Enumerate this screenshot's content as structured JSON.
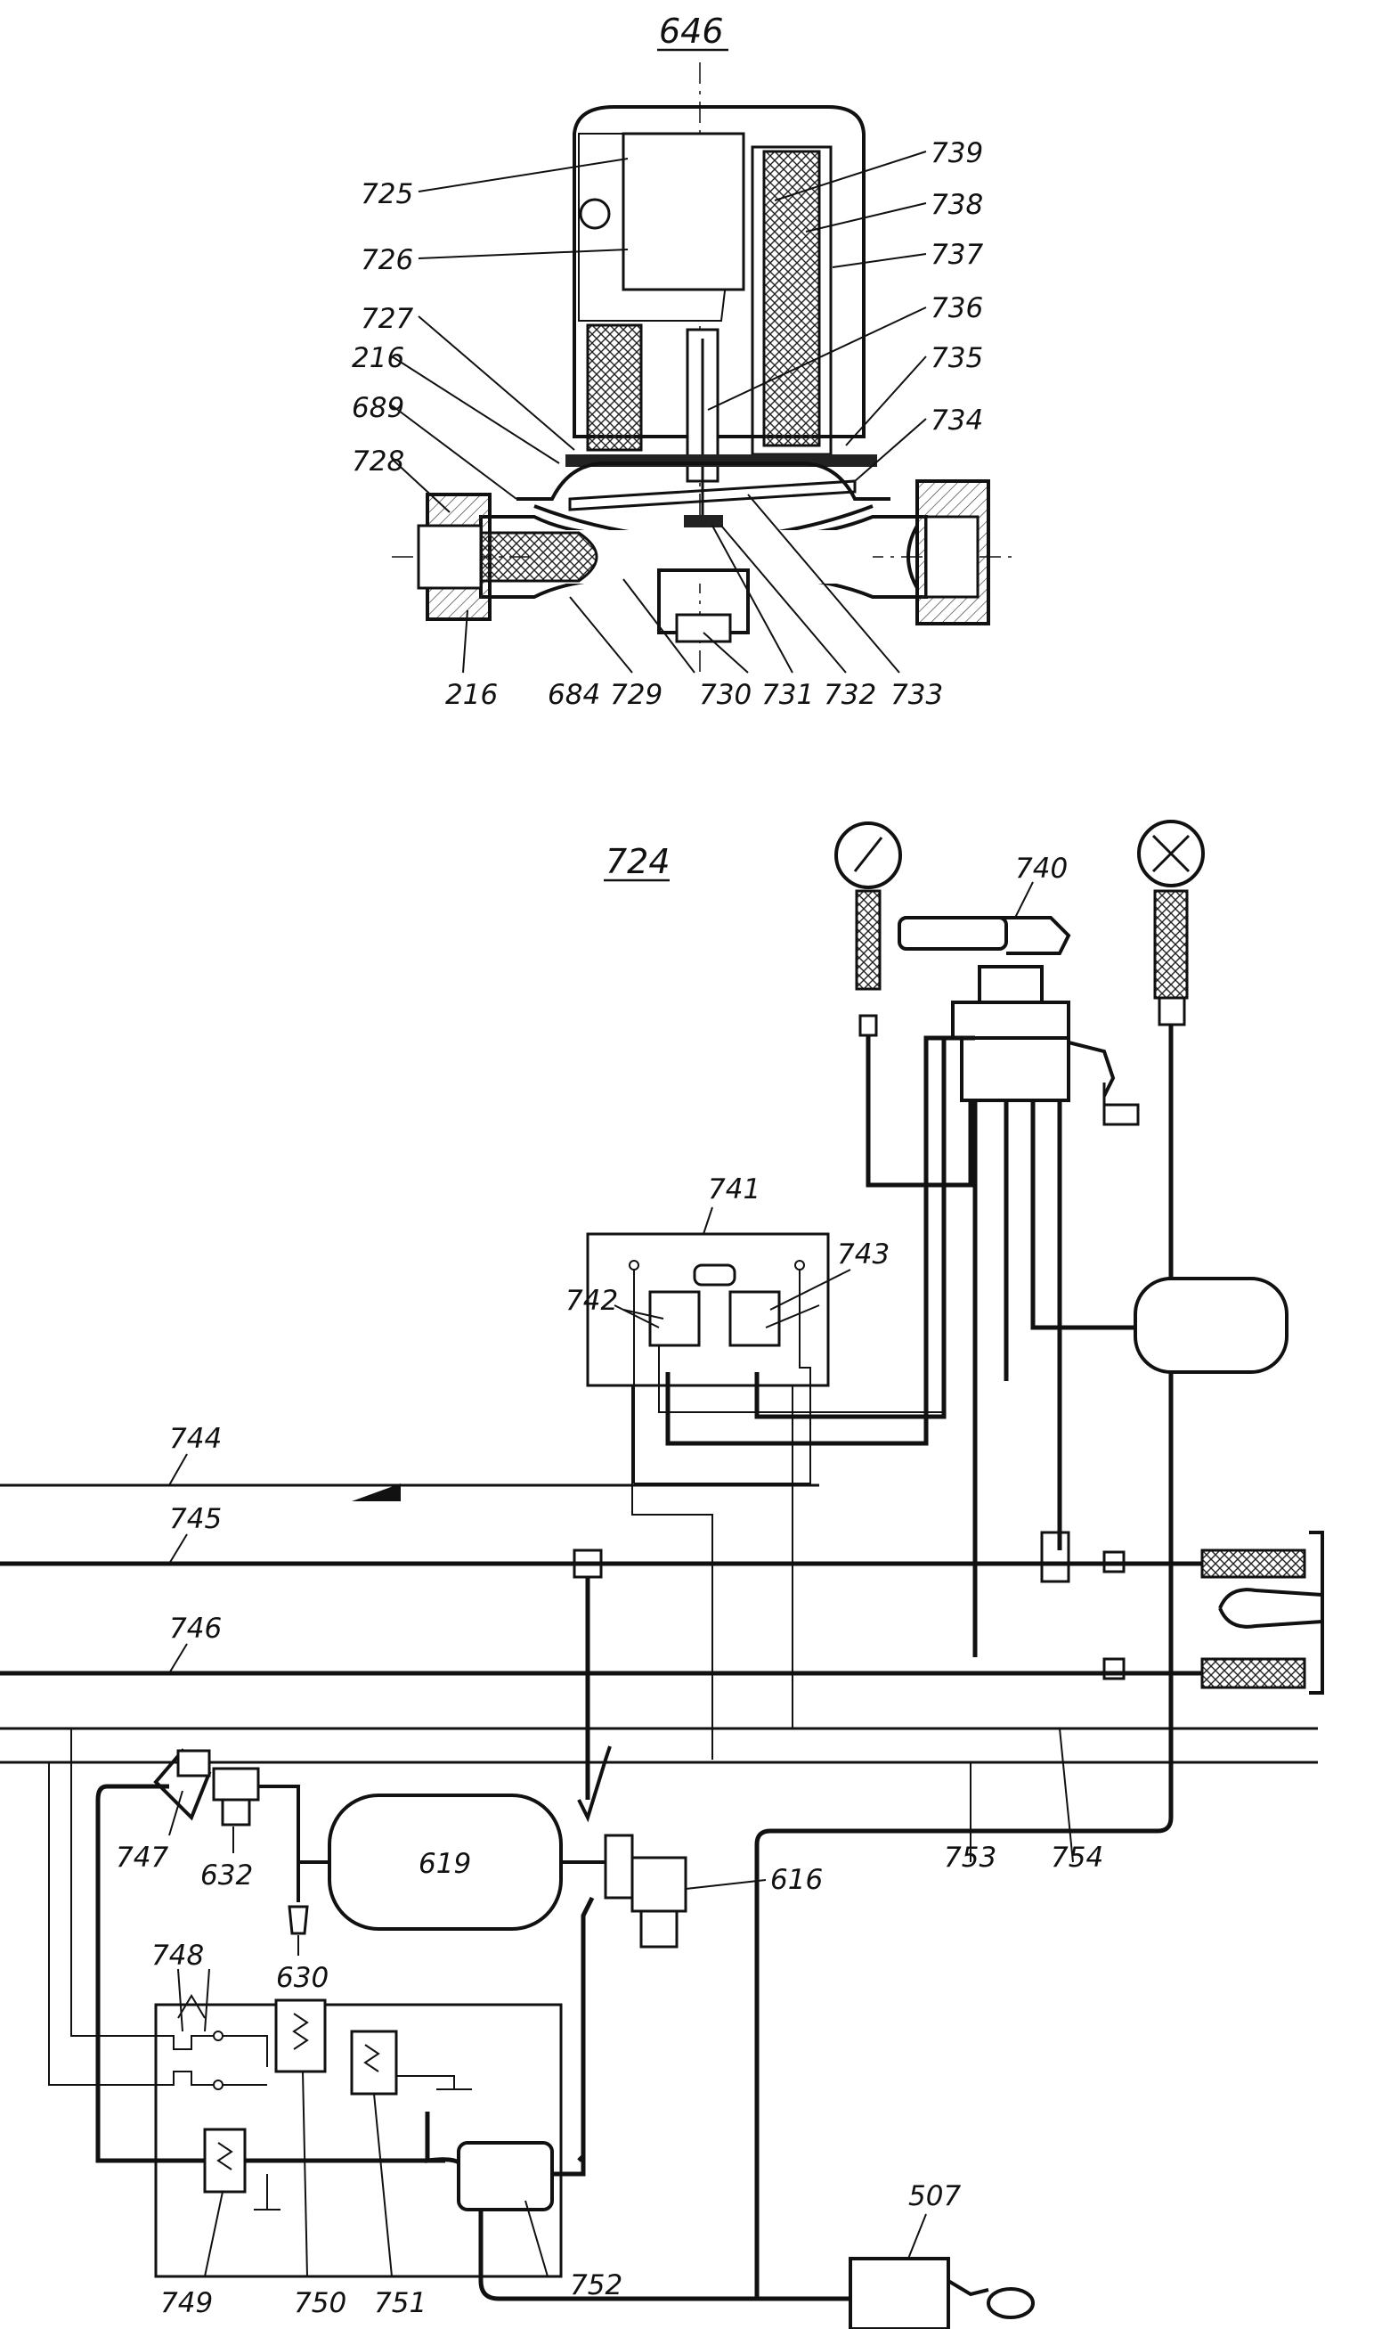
{
  "top_figure": {
    "title": "646",
    "labels": {
      "l725": "725",
      "l726": "726",
      "l727": "727",
      "l216a": "216",
      "l689": "689",
      "l728": "728",
      "l739": "739",
      "l738": "738",
      "l737": "737",
      "l736": "736",
      "l735": "735",
      "l734": "734",
      "l216b": "216",
      "l684": "684",
      "l729": "729",
      "l730": "730",
      "l731": "731",
      "l732": "732",
      "l733": "733"
    }
  },
  "bottom_figure": {
    "title": "724",
    "labels": {
      "l740": "740",
      "l741": "741",
      "l742": "742",
      "l743": "743",
      "l744": "744",
      "l745": "745",
      "l746": "746",
      "l747": "747",
      "l632": "632",
      "l619": "619",
      "l630": "630",
      "l616": "616",
      "l753": "753",
      "l754": "754",
      "l748": "748",
      "l749": "749",
      "l750": "750",
      "l751": "751",
      "l752": "752",
      "l507": "507"
    }
  }
}
